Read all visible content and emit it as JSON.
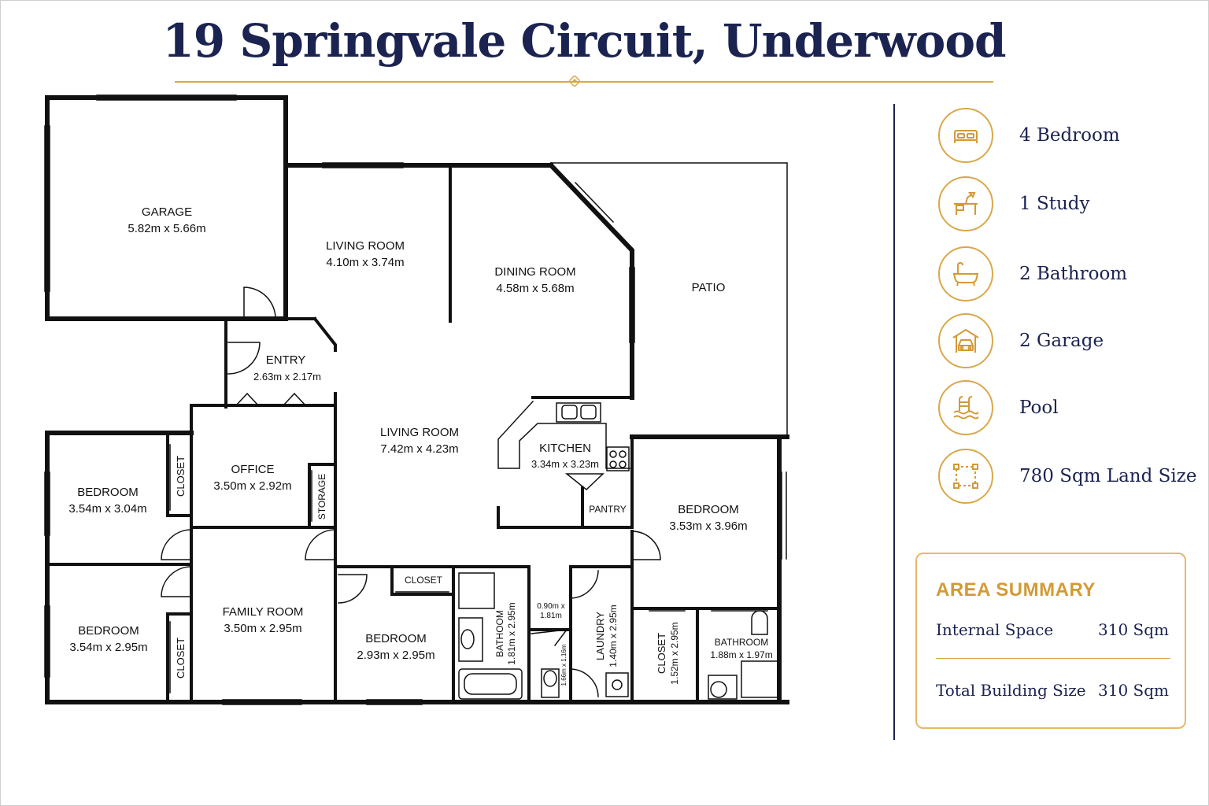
{
  "title": "19 Springvale Circuit, Underwood",
  "rooms": {
    "garage": {
      "name": "GARAGE",
      "size": "5.82m x 5.66m"
    },
    "living_top": {
      "name": "LIVING ROOM",
      "size": "4.10m x 3.74m"
    },
    "dining": {
      "name": "DINING ROOM",
      "size": "4.58m x 5.68m"
    },
    "patio": {
      "name": "PATIO"
    },
    "entry": {
      "name": "ENTRY",
      "size": "2.63m x 2.17m"
    },
    "living_main": {
      "name": "LIVING ROOM",
      "size": "7.42m x 4.23m"
    },
    "kitchen": {
      "name": "KITCHEN",
      "size": "3.34m x 3.23m"
    },
    "pantry": {
      "name": "PANTRY"
    },
    "office": {
      "name": "OFFICE",
      "size": "3.50m x 2.92m"
    },
    "storage": {
      "name": "STORAGE"
    },
    "bedroom_1": {
      "name": "BEDROOM",
      "size": "3.54m x 3.04m"
    },
    "closet_1": {
      "name": "CLOSET"
    },
    "bedroom_2": {
      "name": "BEDROOM",
      "size": "3.54m x 2.95m"
    },
    "closet_2": {
      "name": "CLOSET"
    },
    "family": {
      "name": "FAMILY ROOM",
      "size": "3.50m x 2.95m"
    },
    "bedroom_3": {
      "name": "BEDROOM",
      "size": "2.93m x 2.95m"
    },
    "closet_3": {
      "name": "CLOSET"
    },
    "bathroom_1": {
      "name": "BATHOOM",
      "size": "1.81m x 2.95m"
    },
    "wc_top": {
      "size_a": "0.90m x",
      "size_b": "1.81m"
    },
    "wc_bottom": {
      "size": "1.66m x 1.16m"
    },
    "laundry": {
      "name": "LAUNDRY",
      "size": "1.40m x 2.95m"
    },
    "bedroom_4": {
      "name": "BEDROOM",
      "size": "3.53m x 3.96m"
    },
    "closet_4": {
      "name": "CLOSET",
      "size": "1.52m x 2.95m"
    },
    "bathroom_2": {
      "name": "BATHROOM",
      "size": "1.88m x 1.97m"
    }
  },
  "features": [
    {
      "icon": "bed-icon",
      "label": "4 Bedroom"
    },
    {
      "icon": "study-desk-icon",
      "label": "1 Study"
    },
    {
      "icon": "bathtub-icon",
      "label": "2 Bathroom"
    },
    {
      "icon": "garage-car-icon",
      "label": "2 Garage"
    },
    {
      "icon": "pool-icon",
      "label": "Pool"
    },
    {
      "icon": "land-size-icon",
      "label": "780 Sqm Land Size"
    }
  ],
  "summary": {
    "heading": "AREA SUMMARY",
    "internal_label": "Internal Space",
    "internal_value": "310 Sqm",
    "total_label": "Total Building Size",
    "total_value": "310 Sqm"
  },
  "colors": {
    "navy": "#1b2350",
    "gold": "#d9a84a"
  }
}
